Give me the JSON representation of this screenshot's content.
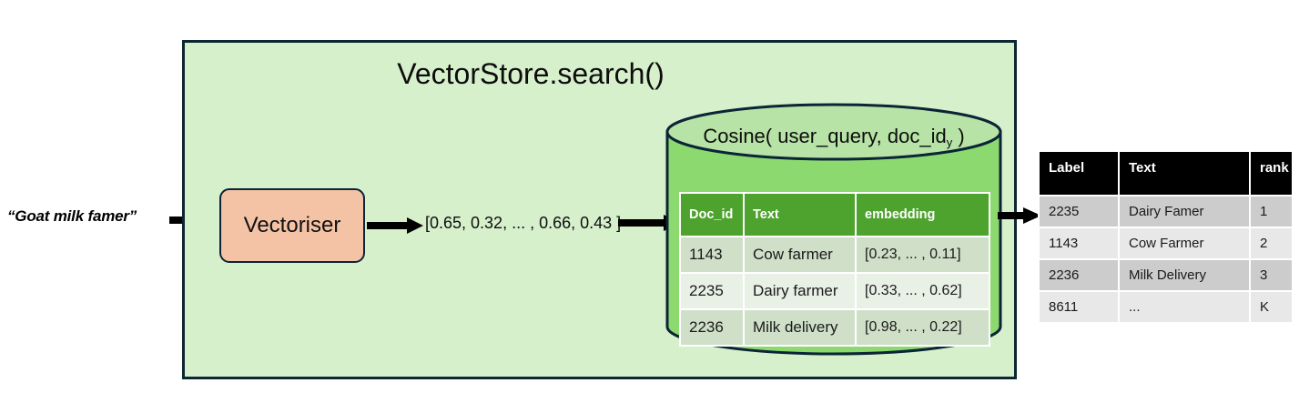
{
  "query": {
    "text": "“Goat milk famer”"
  },
  "panel": {
    "title": "VectorStore.search()",
    "vectoriser_label": "Vectoriser",
    "vector_text": "[0.65, 0.32, ... , 0.66, 0.43 ]"
  },
  "cylinder": {
    "title_prefix": "Cosine( user_query, doc_id",
    "title_subscript": "y",
    "title_suffix": " )"
  },
  "doc_table": {
    "headers": [
      "Doc_id",
      "Text",
      "embedding"
    ],
    "rows": [
      {
        "doc_id": "1143",
        "text": "Cow farmer",
        "embedding": "[0.23, ... , 0.11]"
      },
      {
        "doc_id": "2235",
        "text": "Dairy farmer",
        "embedding": "[0.33, ... , 0.62]"
      },
      {
        "doc_id": "2236",
        "text": "Milk delivery",
        "embedding": "[0.98, ... , 0.22]"
      }
    ]
  },
  "results_table": {
    "headers": [
      "Label",
      "Text",
      "rank"
    ],
    "rows": [
      {
        "label": "2235",
        "text": "Dairy Famer",
        "rank": "1"
      },
      {
        "label": "1143",
        "text": "Cow Farmer",
        "rank": "2"
      },
      {
        "label": "2236",
        "text": "Milk Delivery",
        "rank": "3"
      },
      {
        "label": "8611",
        "text": "...",
        "rank": "K"
      }
    ]
  },
  "colors": {
    "panel_fill": "#d7f0cc",
    "panel_border": "#0b2832",
    "vectoriser_fill": "#f4c3a5",
    "cylinder_body": "#8bd96f",
    "cylinder_top": "#b7e3a6",
    "table_header_green": "#4ea32e",
    "results_header": "#000000"
  }
}
